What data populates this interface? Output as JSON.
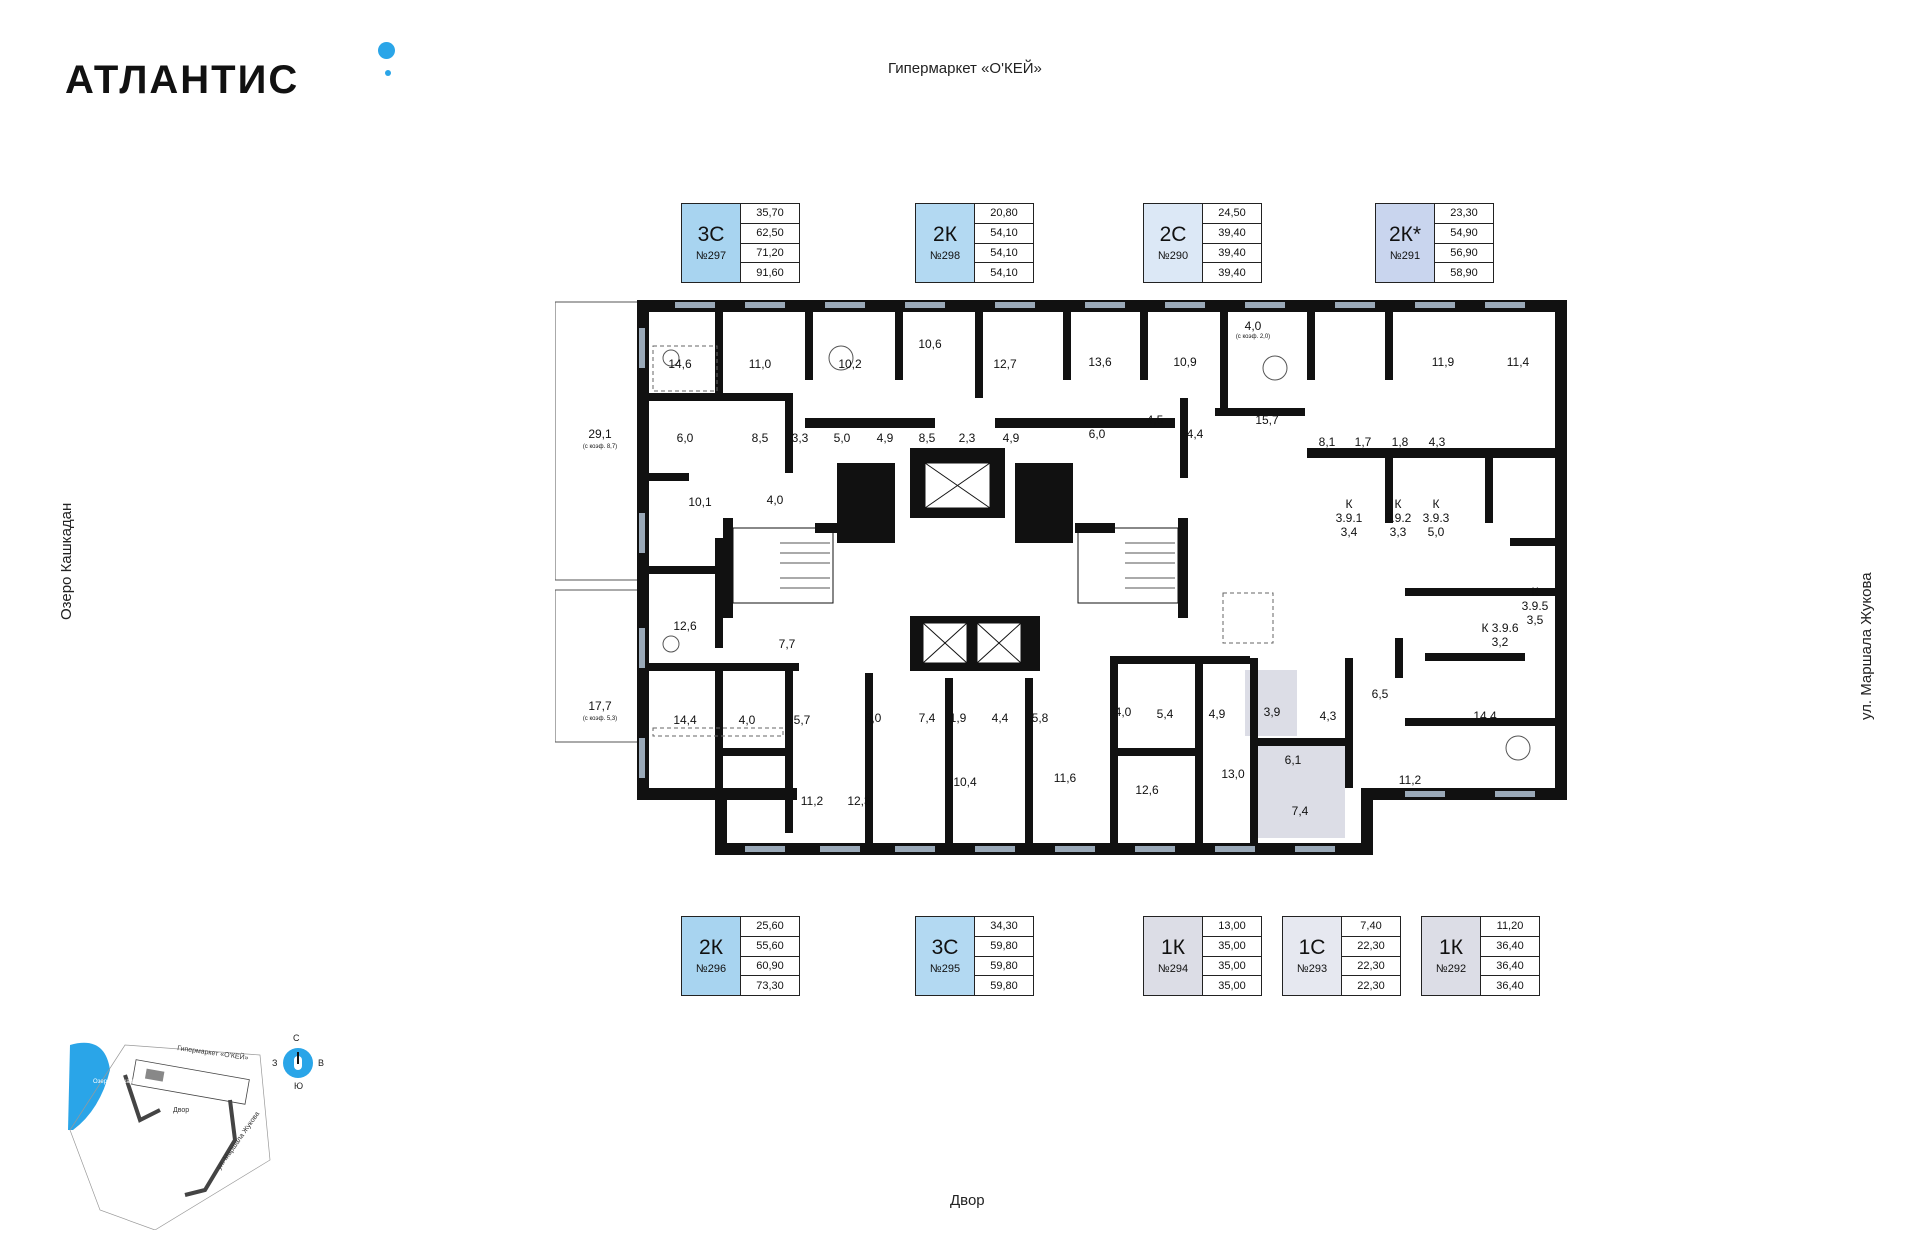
{
  "header": {
    "logo_text": "АТЛАНТИС",
    "brand_color": "#2aa5e8"
  },
  "orientation": {
    "top": "Гипермаркет «О'КЕЙ»",
    "bottom": "Двор",
    "left": "Озеро Кашкадан",
    "right": "ул. Маршала Жукова"
  },
  "colors": {
    "dark_blue": "#a8d4f0",
    "medium_blue": "#c8def2",
    "light_blue": "#dde9f7",
    "gray": "#dcdde6",
    "wall": "#111111"
  },
  "cards_top": [
    {
      "type": "3С",
      "num": "№297",
      "values": [
        "35,70",
        "62,50",
        "71,20",
        "91,60"
      ],
      "color": "#a8d4f0"
    },
    {
      "type": "2К",
      "num": "№298",
      "values": [
        "20,80",
        "54,10",
        "54,10",
        "54,10"
      ],
      "color": "#b3d9f2"
    },
    {
      "type": "2С",
      "num": "№290",
      "values": [
        "24,50",
        "39,40",
        "39,40",
        "39,40"
      ],
      "color": "#dce8f6"
    },
    {
      "type": "2К*",
      "num": "№291",
      "values": [
        "23,30",
        "54,90",
        "56,90",
        "58,90"
      ],
      "color": "#c9d5ee"
    }
  ],
  "cards_bottom": [
    {
      "type": "2К",
      "num": "№296",
      "values": [
        "25,60",
        "55,60",
        "60,90",
        "73,30"
      ],
      "color": "#a8d4f0"
    },
    {
      "type": "3С",
      "num": "№295",
      "values": [
        "34,30",
        "59,80",
        "59,80",
        "59,80"
      ],
      "color": "#b3d9f2"
    },
    {
      "type": "1К",
      "num": "№294",
      "values": [
        "13,00",
        "35,00",
        "35,00",
        "35,00"
      ],
      "color": "#dcdde6"
    },
    {
      "type": "1С",
      "num": "№293",
      "values": [
        "7,40",
        "22,30",
        "22,30",
        "22,30"
      ],
      "color": "#e6e8f0"
    },
    {
      "type": "1К",
      "num": "№292",
      "values": [
        "11,20",
        "36,40",
        "36,40",
        "36,40"
      ],
      "color": "#dcdde6"
    }
  ],
  "rooms": {
    "r1": "14,6",
    "r2": "11,0",
    "r3": "10,2",
    "r4": "10,6",
    "r5": "12,7",
    "r6": "13,6",
    "r7": "10,9",
    "r8": "4,0",
    "r9": "(с коэф. 2,0)",
    "r10": "11,9",
    "r11": "11,4",
    "r12": "6,0",
    "r13": "8,5",
    "r14": "3,3",
    "r15": "5,0",
    "r16": "4,9",
    "r17": "8,5",
    "r18": "2,3",
    "r19": "4,9",
    "r20": "6,0",
    "r21": "4,5",
    "r22": "4,4",
    "r23": "15,7",
    "r24": "8,1",
    "r25": "1,7",
    "r26": "1,8",
    "r27": "4,3",
    "r28": "29,1",
    "r29": "(с коэф. 8,7)",
    "r30": "10,1",
    "r31": "4,0",
    "k1a": "К",
    "k1b": "3.9.1",
    "k1c": "3,4",
    "k2a": "К",
    "k2b": "3.9.2",
    "k2c": "3,3",
    "k3a": "К",
    "k3b": "3.9.3",
    "k3c": "5,0",
    "k5a": "К",
    "k5b": "3.9.5",
    "k5c": "3,5",
    "k6a": "К 3.9.6",
    "k6b": "3,2",
    "r32": "12,6",
    "r33": "7,7",
    "r34": "17,7",
    "r35": "(с коэф. 5,3)",
    "r36": "14,4",
    "r37": "4,0",
    "r38": "5,7",
    "r39": "6,0",
    "r40": "7,4",
    "r41": "1,9",
    "r42": "4,4",
    "r43": "5,8",
    "r44": "4,0",
    "r45": "5,4",
    "r46": "4,9",
    "r47": "3,9",
    "r48": "4,3",
    "r49": "6,5",
    "r50": "14,4",
    "r51": "6,1",
    "r52": "11,2",
    "r53": "12,3",
    "r54": "10,4",
    "r55": "11,6",
    "r56": "12,6",
    "r57": "13,0",
    "r58": "7,4",
    "r59": "11,2"
  },
  "minimap": {
    "lake": "Озеро Кашкадан",
    "okey": "Гипермаркет «О'КЕЙ»",
    "yard": "Двор",
    "street": "ул. Маршала Жукова"
  },
  "compass": {
    "n": "С",
    "s": "Ю",
    "w": "З",
    "e": "В"
  }
}
